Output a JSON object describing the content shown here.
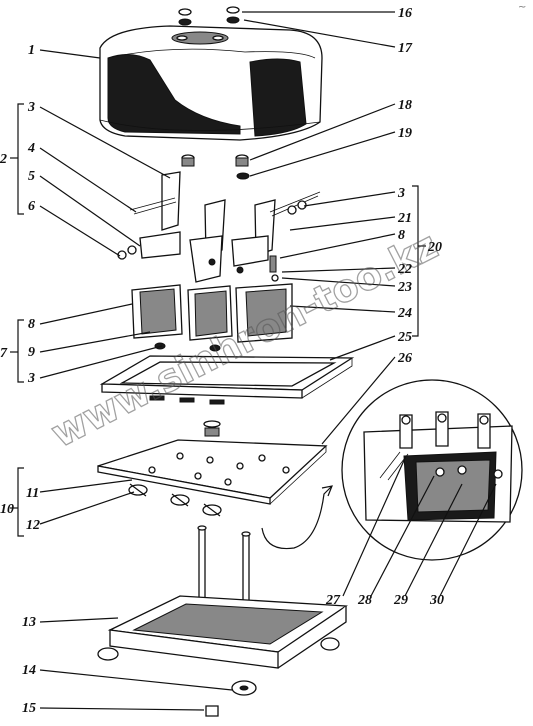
{
  "labels": {
    "l1": "1",
    "l2": "2",
    "l3a": "3",
    "l4": "4",
    "l5": "5",
    "l6": "6",
    "l7": "7",
    "l8a": "8",
    "l9": "9",
    "l3b": "3",
    "l10": "10",
    "l11": "11",
    "l12": "12",
    "l13": "13",
    "l14": "14",
    "l15": "15",
    "l16": "16",
    "l17": "17",
    "l18": "18",
    "l19": "19",
    "l3c": "3",
    "l20": "20",
    "l21": "21",
    "l8b": "8",
    "l22": "22",
    "l23": "23",
    "l24": "24",
    "l25": "25",
    "l26": "26",
    "l27": "27",
    "l28": "28",
    "l29": "29",
    "l30": "30"
  },
  "watermark": "www.sinhron-too.kz",
  "corner_mark": "~"
}
